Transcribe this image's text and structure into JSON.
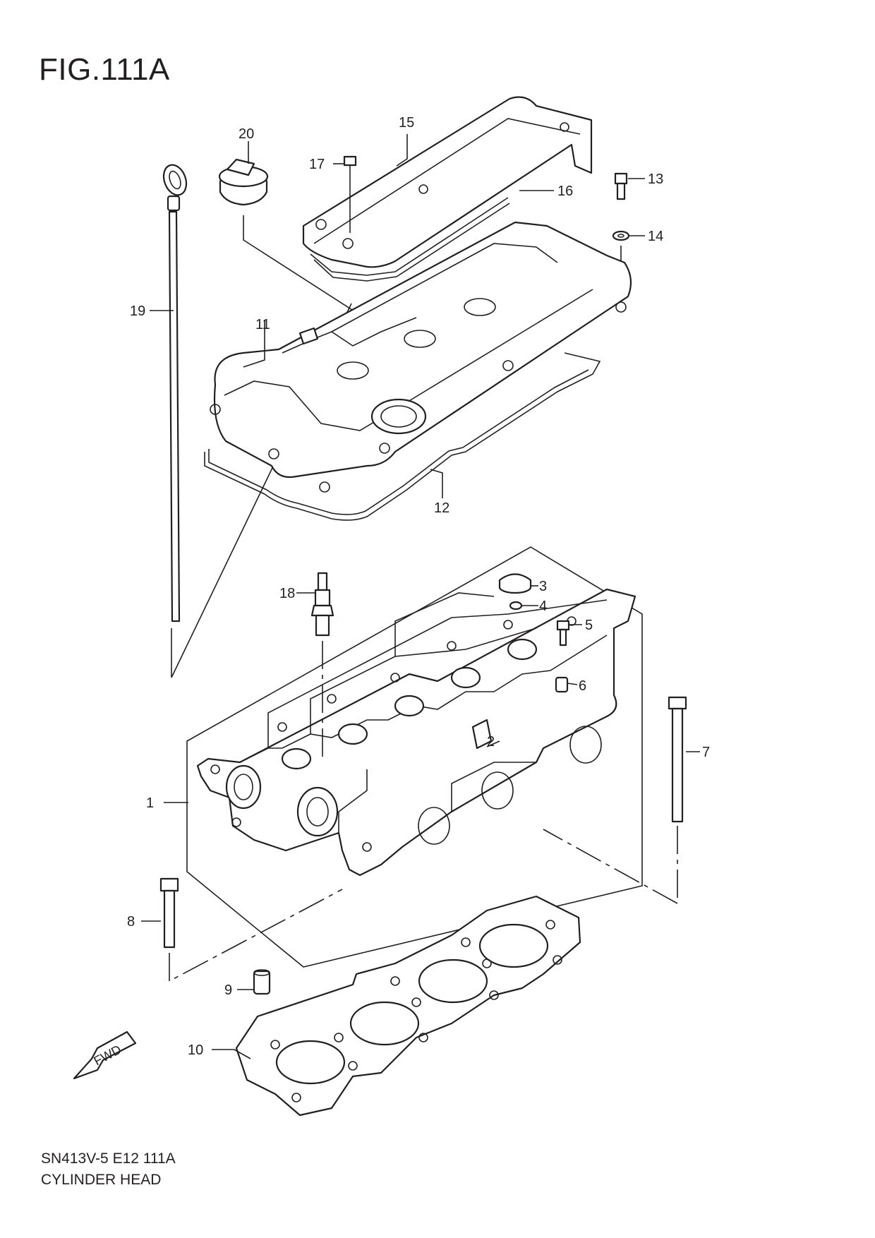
{
  "title": "FIG.111A",
  "footer": {
    "code": "SN413V-5 E12 111A",
    "name": "CYLINDER HEAD"
  },
  "fwd_label": "FWD",
  "callouts": [
    "1",
    "2",
    "3",
    "4",
    "5",
    "6",
    "7",
    "8",
    "9",
    "10",
    "11",
    "12",
    "13",
    "14",
    "15",
    "16",
    "17",
    "18",
    "19",
    "20"
  ]
}
